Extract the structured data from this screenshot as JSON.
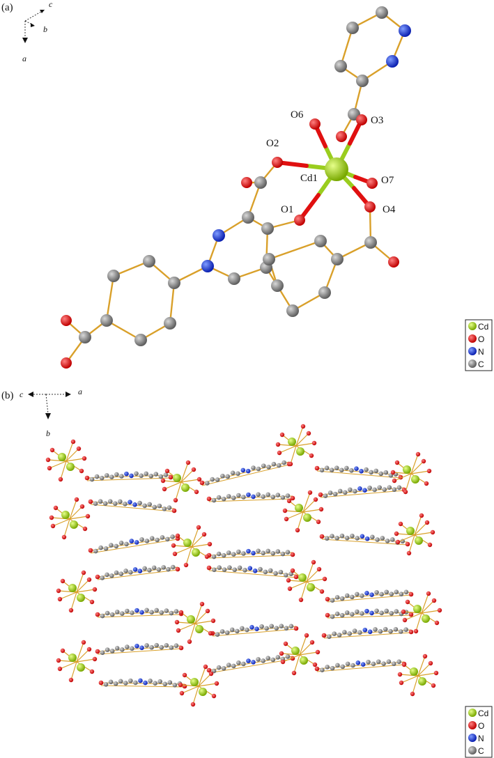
{
  "panels": [
    {
      "label": "(a)",
      "axes": [
        "c",
        "b",
        "a"
      ],
      "atom_labels": [
        "O6",
        "O3",
        "O2",
        "Cd1",
        "O7",
        "O1",
        "O4"
      ],
      "legend": [
        "Cd",
        "O",
        "N",
        "C"
      ]
    },
    {
      "label": "(b)",
      "axes": [
        "c",
        "a",
        "b"
      ],
      "legend": [
        "Cd",
        "O",
        "N",
        "C"
      ]
    }
  ],
  "colors": {
    "Cd": "#9acd1e",
    "O": "#e01010",
    "N": "#1030d0",
    "C": "#7a7a7a",
    "bond": "#d9a02a"
  }
}
